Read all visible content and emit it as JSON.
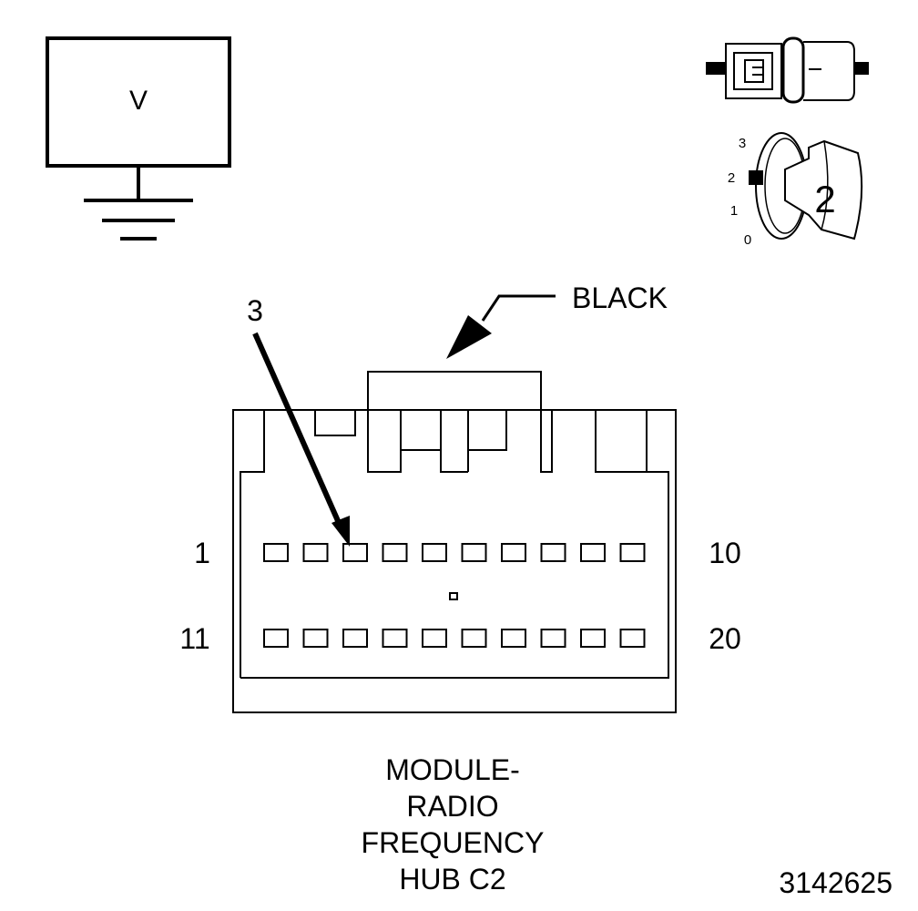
{
  "voltmeter": {
    "symbol": "V"
  },
  "ignition_switch": {
    "positions": [
      "3",
      "2",
      "1",
      "0"
    ],
    "selected": "2"
  },
  "connector": {
    "color_label": "BLACK",
    "pin_callout": "3",
    "row1_start": "1",
    "row1_end": "10",
    "row2_start": "11",
    "row2_end": "20",
    "pins_per_row": 10
  },
  "caption": {
    "lines": [
      "MODULE-",
      "RADIO",
      "FREQUENCY",
      "HUB C2"
    ]
  },
  "figure_number": "3142625"
}
